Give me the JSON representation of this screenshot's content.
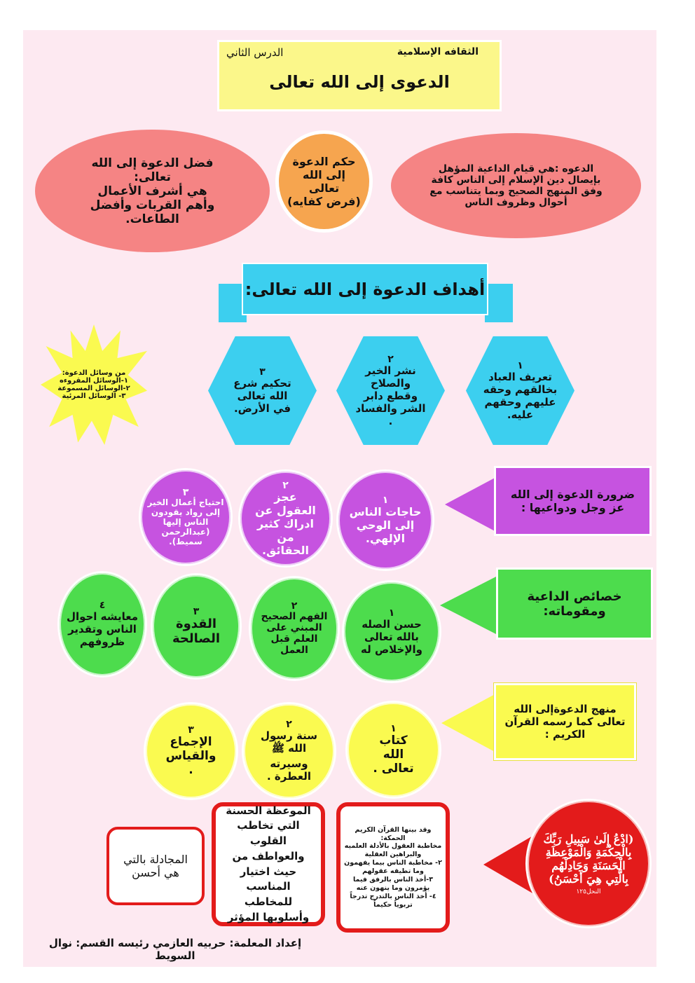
{
  "header": {
    "subject": "الثقافه الإسلامية",
    "lesson": "الدرس الثاني",
    "title": "الدعوى إلى الله تعالى"
  },
  "definition": "الدعوه :هي قيام الداعية المؤهل بإيصال دين الإسلام إلى الناس كافة وفق المنهج الصحيح وبما يتناسب مع أحوال وظروف الناس",
  "ruling": {
    "title": "حكم الدعوة إلى الله تعالى",
    "value": "(فرض كفايه)"
  },
  "virtue": {
    "title": "فضل الدعوة إلى الله تعالى:",
    "text": "هي أشرف الأعمال وأهم القربات وأفضل الطاعات."
  },
  "goals": {
    "title": "أهداف الدعوة إلى الله تعالى:",
    "items": [
      {
        "n": "١",
        "text": "تعريف العباد بخالقهم وحقه عليهم وحقهم عليه."
      },
      {
        "n": "٢",
        "text": "نشر الخير والصلاح وقطع دابر الشر والفساد ."
      },
      {
        "n": "٣",
        "text": "تحكيم شرع الله تعالى في الأرض."
      }
    ]
  },
  "means": {
    "title": "من وسائل الدعوة:",
    "items": [
      "١-الوسائل المقروءه",
      "٢-الوسائل المسموعة",
      "٣- الوسائل المرئية"
    ]
  },
  "necessity": {
    "title": "ضرورة الدعوة إلى الله عز وجل ودواعيها :",
    "items": [
      {
        "n": "١",
        "text": "حاجات الناس إلى الوحي الإلهي."
      },
      {
        "n": "٢",
        "text": "عجز العقول عن ادراك كثير من الحقائق."
      },
      {
        "n": "٣",
        "text": "احتياج أعمال الخير إلى رواد يقودون الناس إليها (عبدالرحمن سميط)."
      }
    ]
  },
  "traits": {
    "title": "خصائص الداعية ومقوماته:",
    "items": [
      {
        "n": "١",
        "text": "حسن الصله بالله تعالى والإخلاص له"
      },
      {
        "n": "٢",
        "text": "الفهم الصحيح المبني على العلم قبل العمل"
      },
      {
        "n": "٣",
        "text": "القدوة الصالحة"
      },
      {
        "n": "٤",
        "text": "معايشه احوال الناس وتقدير ظروفهم"
      }
    ]
  },
  "method": {
    "title": "منهج الدعوةإلى الله تعالى كما رسمه القرآن الكريم :",
    "items": [
      {
        "n": "١",
        "text": "كتاب الله تعالى ."
      },
      {
        "n": "٢",
        "text": "سنة رسول الله ﷺ وسيرته العطرة ."
      },
      {
        "n": "٣",
        "text": "الإجماع والقياس ."
      }
    ]
  },
  "verse": {
    "text": "(ادْعُ إِلَىٰ سَبِيلِ رَبِّكَ بِالْحِكْمَةِ وَالْمَوْعِظَةِ الْحَسَنَةِ وَجَادِلْهُم بِالَّتِي هِيَ أَحْسَنُ)",
    "ref": "النحل١٢٥"
  },
  "wisdom": {
    "lines": [
      "وقد بينها القرآن الكريم",
      "الحمكة:",
      "مخاطبة العقول بالأدلة العلميه والبراهين العقلية",
      "٢- مخاطبة الناس بيما يفهمون وما تطيقه عقولهم",
      "٣-أخذ الناس بالرفق فيما يؤمرون وما ينهون عنه",
      "٤- أخذ الناس بالتدرج تدرجاً تربوياً حكيماً"
    ]
  },
  "exhortation": "الموعظة الحسنة التي تخاطب القلوب والعواطف من حيث اختيار المناسب للمخاطب وأسلوبها المؤثر",
  "debate": "المجادلة بالتي هي أحسن",
  "footer": "إعداد المعلمة: حربيه العازمي رئيسه القسم: نوال السويط",
  "colors": {
    "bg": "#fde9f1",
    "yellow": "#fbf78a",
    "coral": "#f58484",
    "orange": "#f6a54f",
    "blue": "#3ccfef",
    "purple": "#c653e0",
    "green": "#4ddc4d",
    "yellow2": "#fafa50",
    "red": "#e31b1b"
  }
}
